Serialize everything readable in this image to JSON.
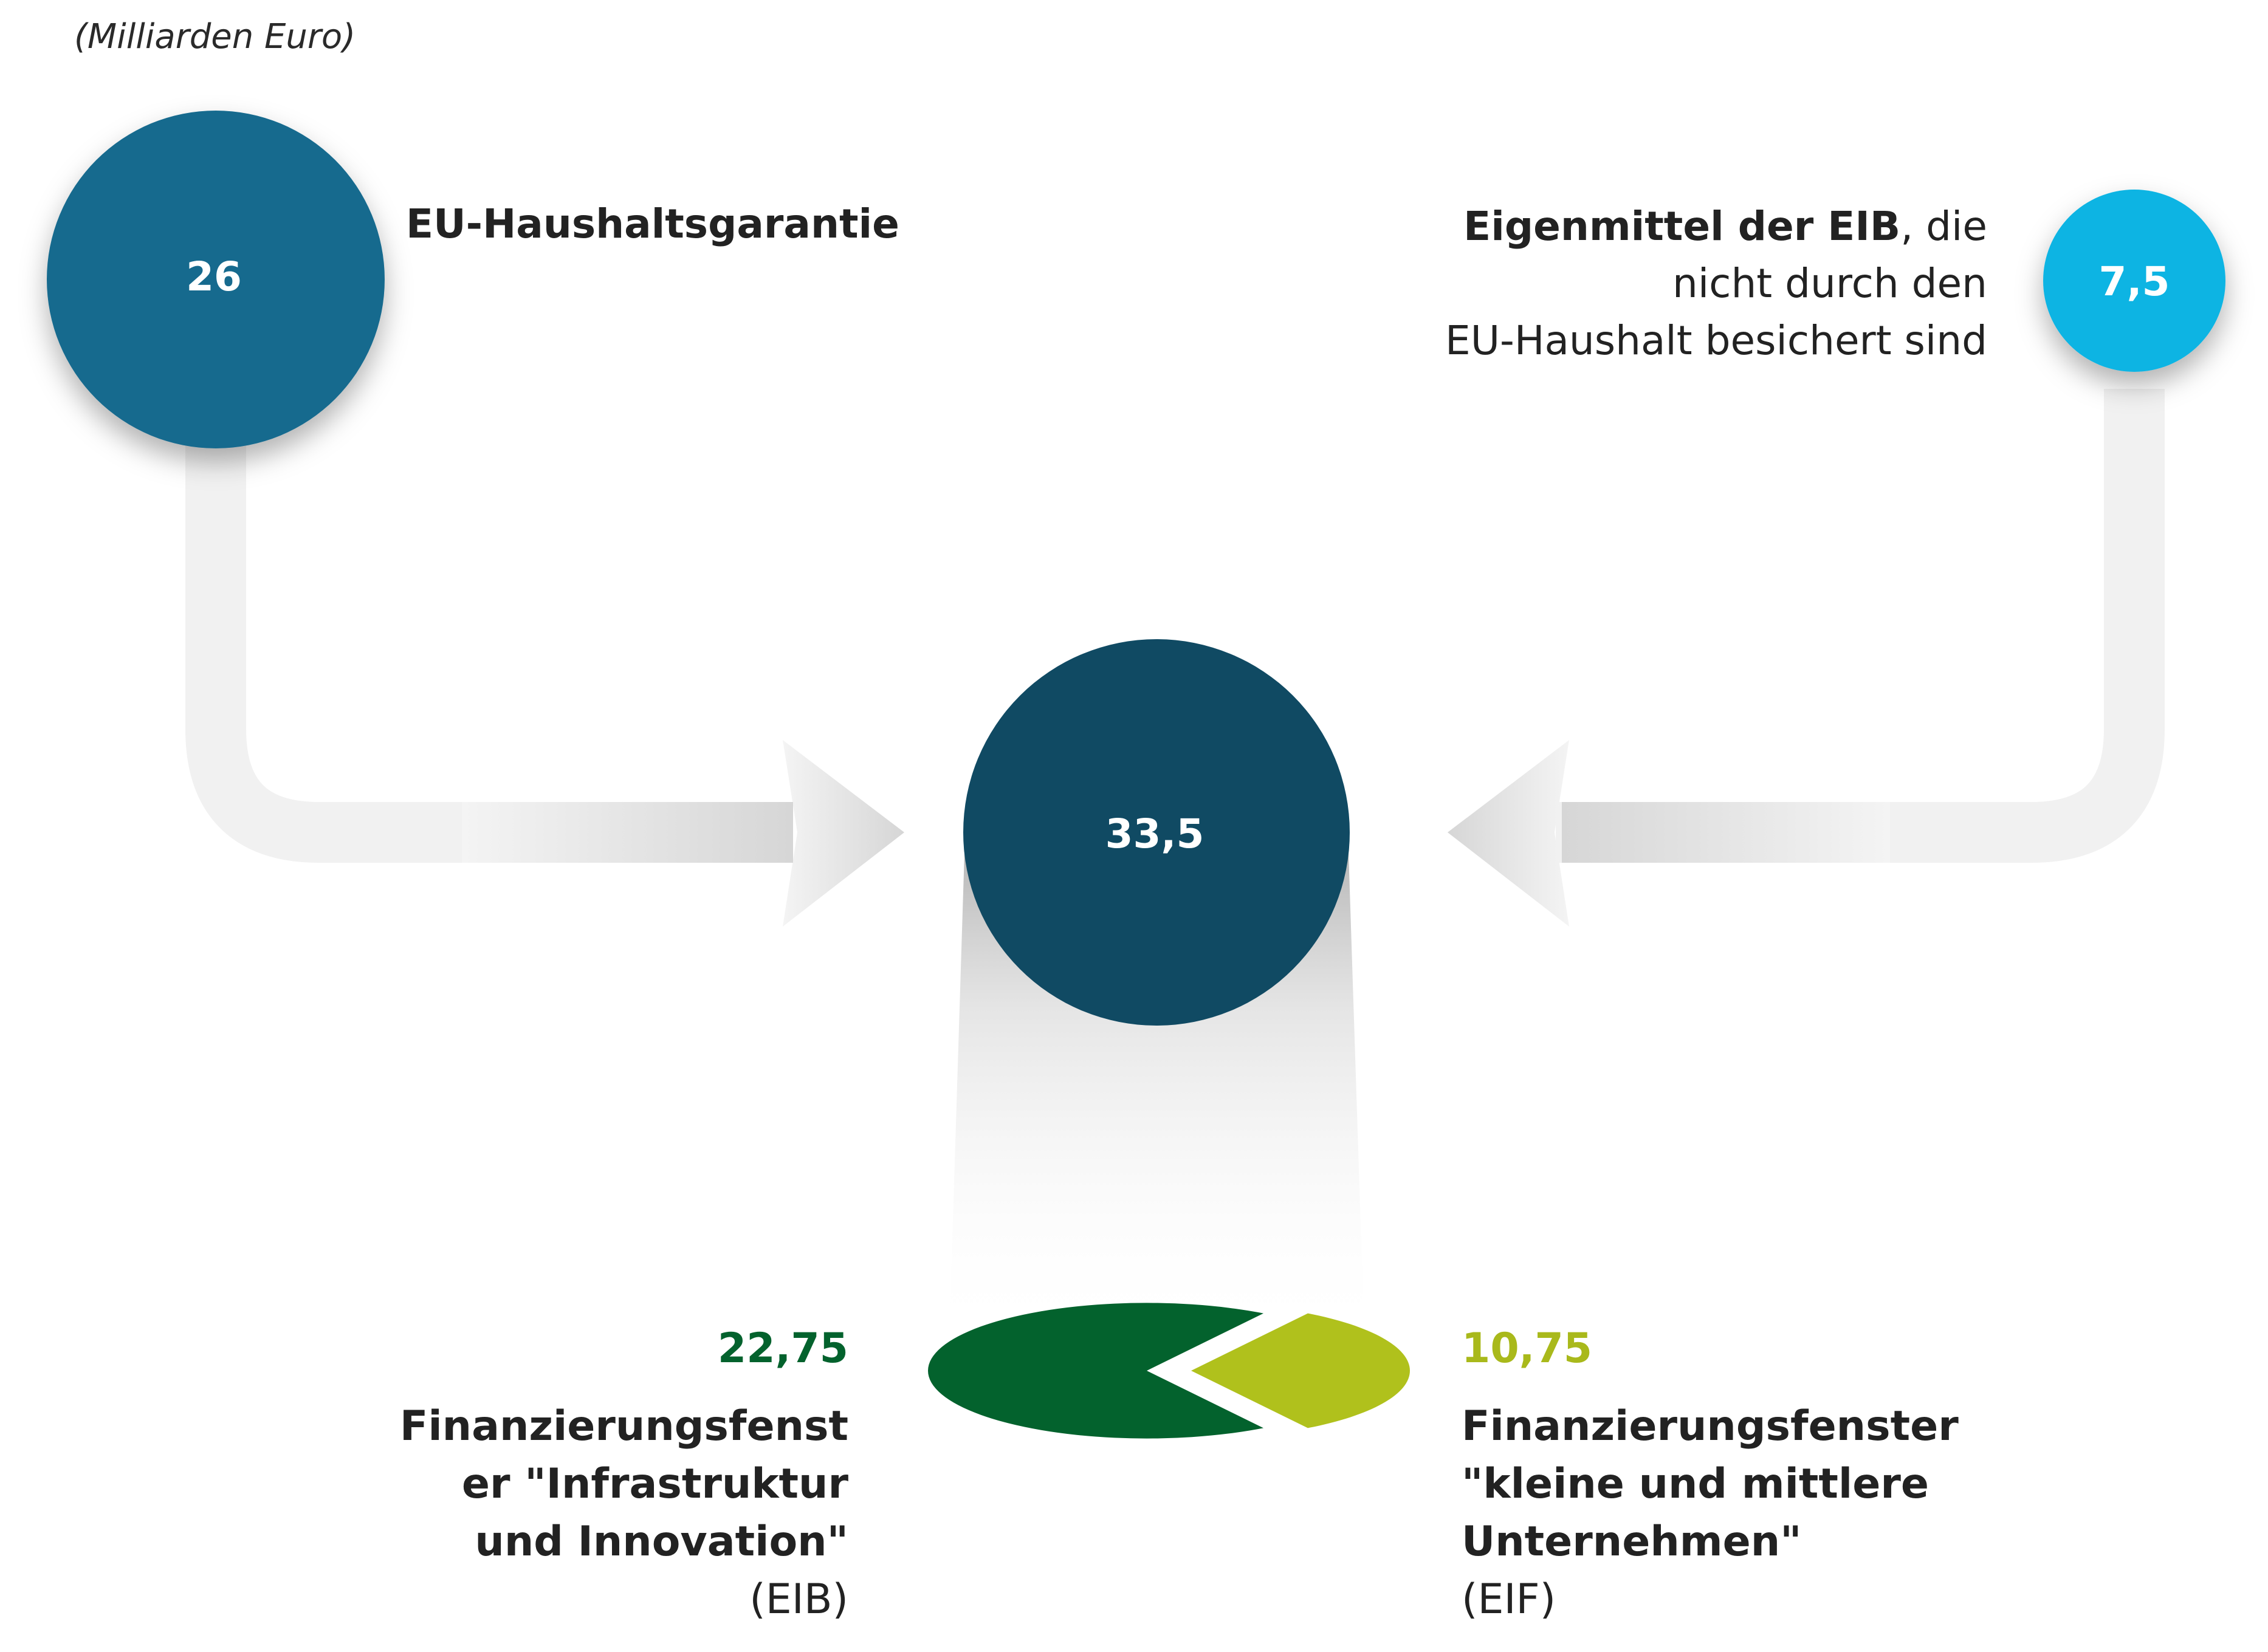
{
  "unit_label": "(Milliarden Euro)",
  "colors": {
    "source_left": "#166a8e",
    "source_right": "#0db4e3",
    "total": "#104a63",
    "window_infrastructure": "#03622d",
    "window_sme": "#b0c11c",
    "arrow": "#dcdcdc"
  },
  "sources": {
    "eu_budget": {
      "value": "26",
      "label": "EU-Haushaltsgarantie"
    },
    "eib_own": {
      "value": "7,5",
      "label_bold": "Eigenmittel der EIB",
      "label_line1_rest": ", die",
      "label_line2": "nicht durch den",
      "label_line3": "EU-Haushalt besichert sind"
    }
  },
  "total": {
    "value": "33,5"
  },
  "windows": {
    "infrastructure": {
      "value": "22,75",
      "line1": "Finanzierungsfenst",
      "line2": "er \"Infrastruktur",
      "line3": "und Innovation\"",
      "line4": "(EIB)"
    },
    "sme": {
      "value": "10,75",
      "line1": "Finanzierungsfenster",
      "line2": "\"kleine und mittlere",
      "line3": "Unternehmen\"",
      "line4": "(EIF)"
    }
  },
  "chart_data": {
    "type": "pie",
    "categories": [
      "Finanzierungsfenster \"Infrastruktur und Innovation\" (EIB)",
      "Finanzierungsfenster \"kleine und mittlere Unternehmen\" (EIF)"
    ],
    "values": [
      22.75,
      10.75
    ],
    "unit": "Milliarden Euro"
  }
}
